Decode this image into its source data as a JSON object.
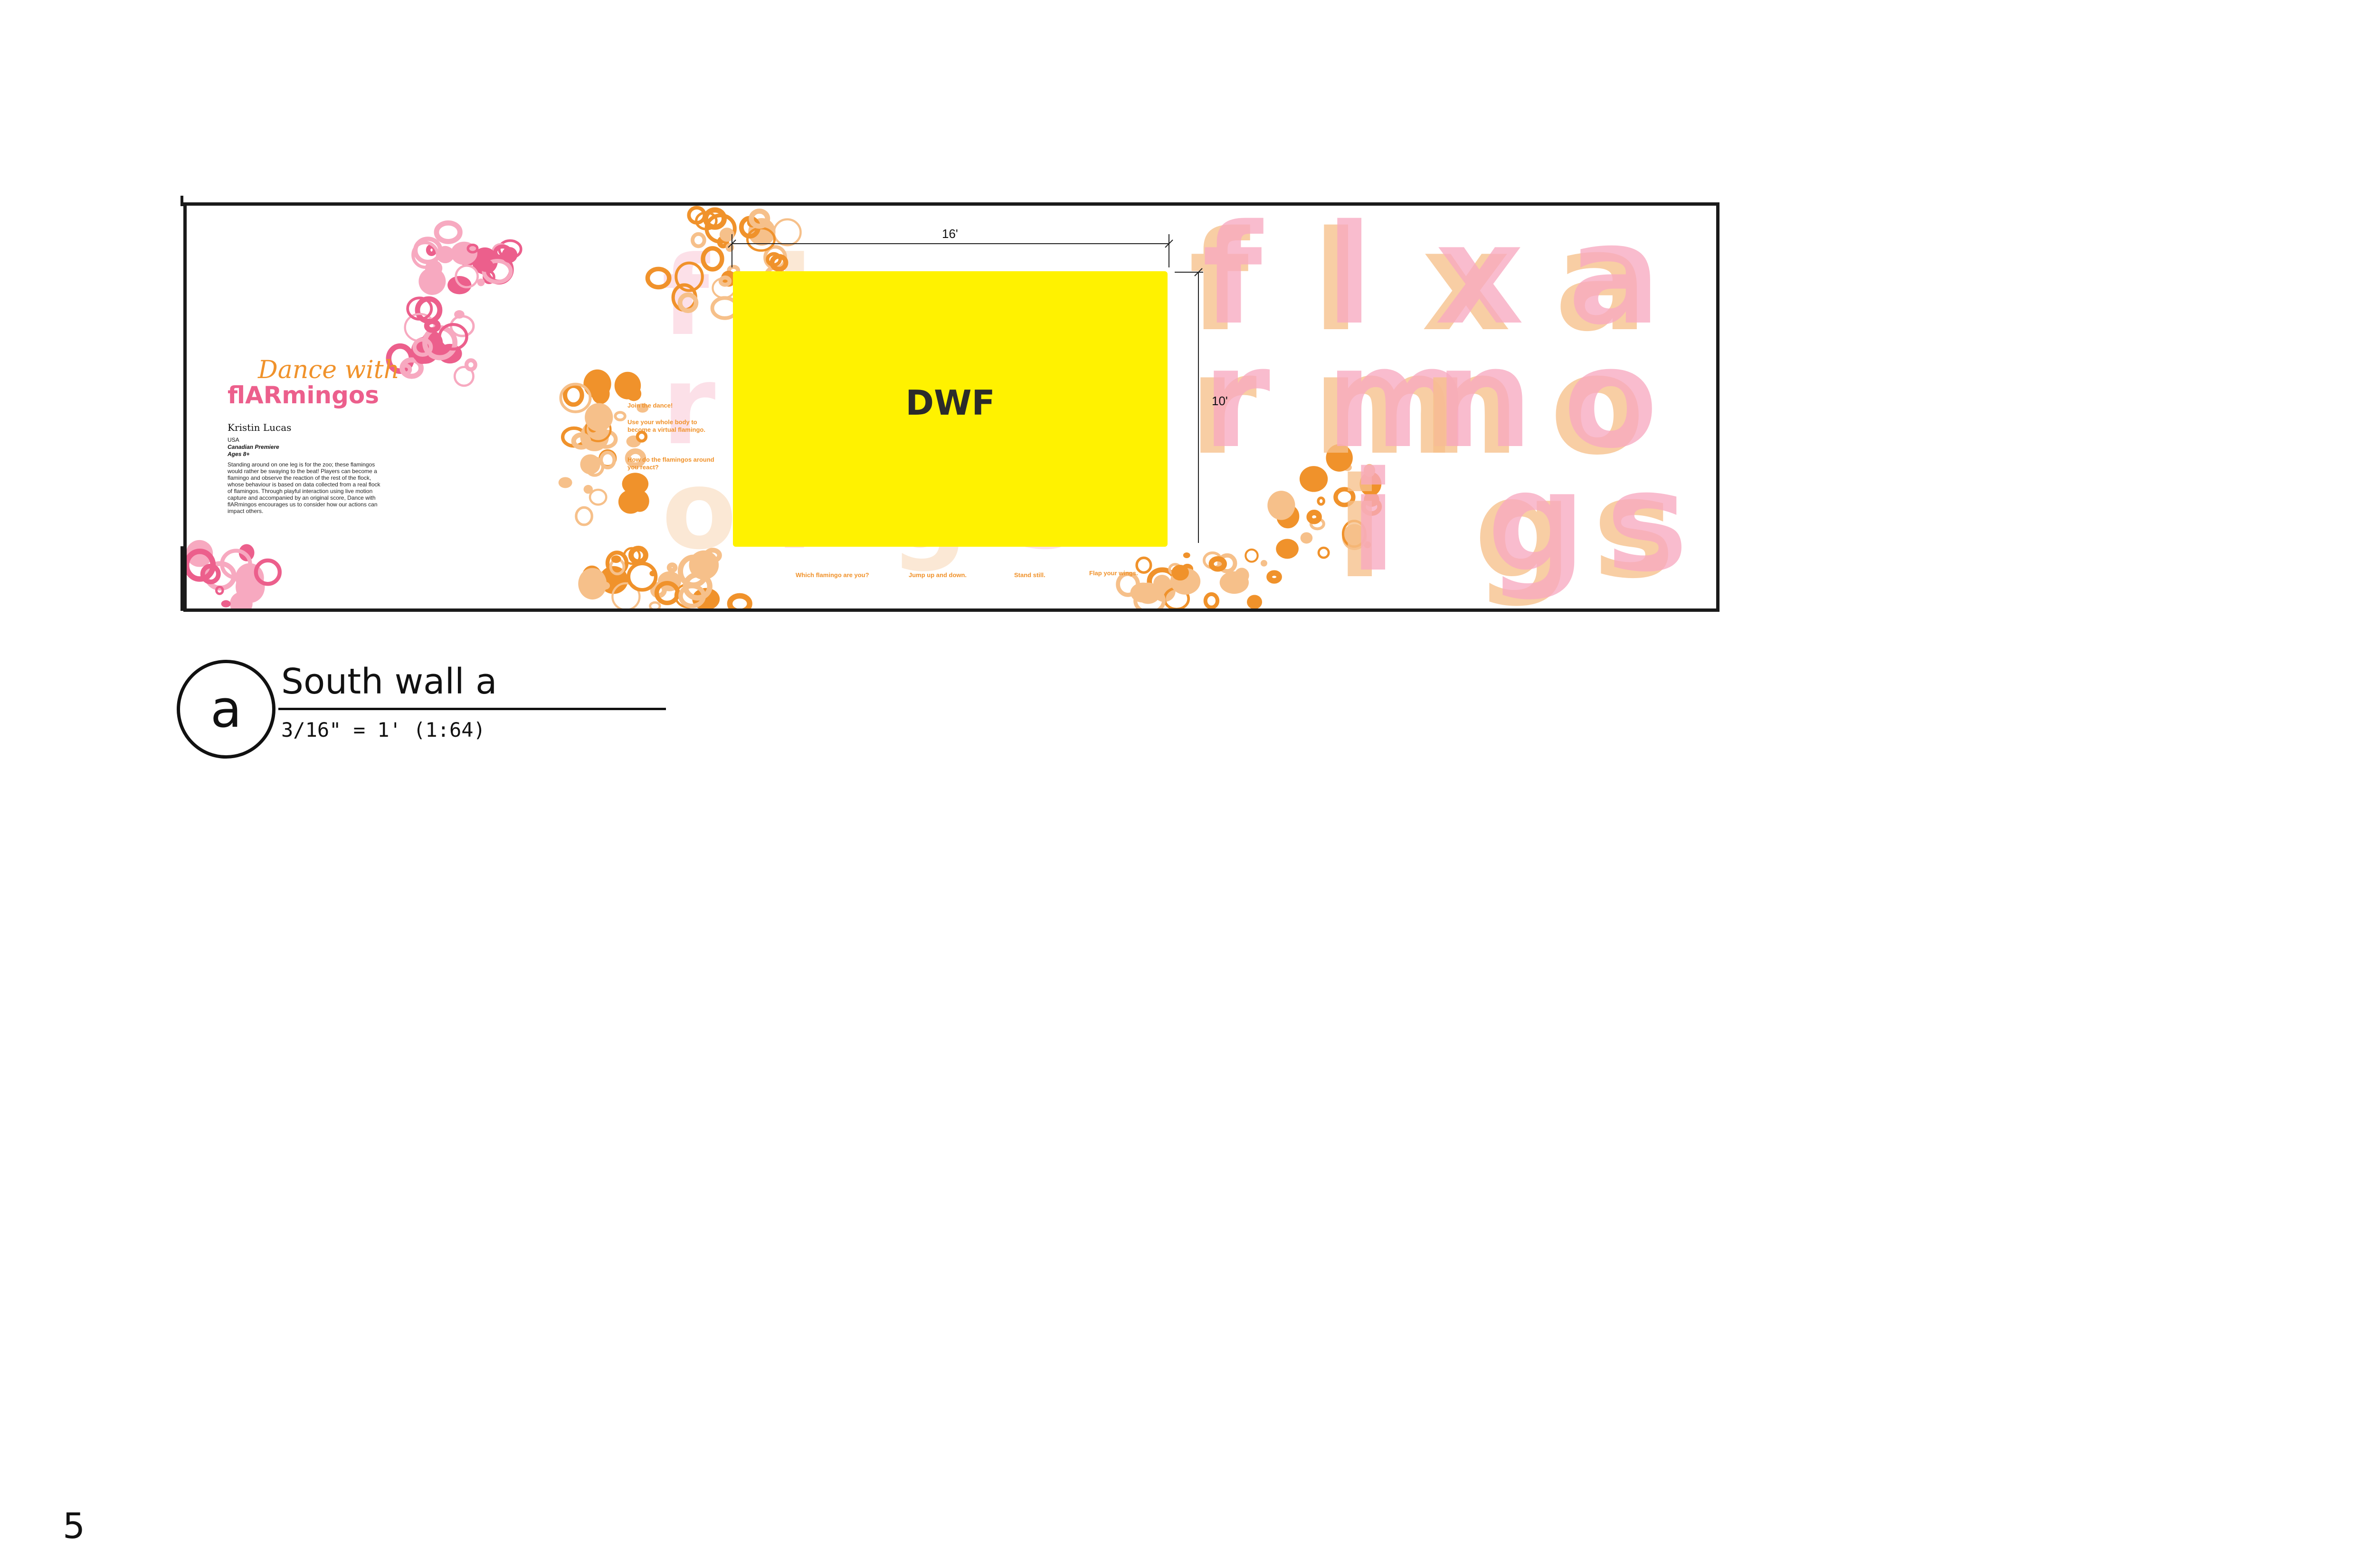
{
  "drawing": {
    "screen_label": "DWF",
    "dim_width": "16'",
    "dim_height": "10'"
  },
  "panel": {
    "title_line1": "Dance with",
    "title_line2": "flARmingos",
    "artist": "Kristin Lucas",
    "country": "USA",
    "premiere": "Canadian Premiere",
    "ages": "Ages 8+",
    "description": "Standing around on one leg is for the zoo; these flamingos would rather be swaying to the beat! Players can become a flamingo and observe the reaction of the rest of the flock, whose behaviour is based on data collected from a real flock of flamingos. Through playful interaction using live motion capture and accompanied by an original score, Dance with flARmingos encourages us to consider how our actions can impact others."
  },
  "prompts": {
    "join": "Join the dance!",
    "use_body": "Use your whole body to become a virtual flamingo.",
    "how_react": "How do the flamingos around you react?",
    "which": "Which flamingo are you?",
    "jump": "Jump up and down.",
    "stand": "Stand still.",
    "flap": "Flap your wings."
  },
  "decor_letters": {
    "faint": [
      "f",
      "l",
      "x",
      "a",
      "r",
      "m",
      "u",
      "o",
      "i",
      "g",
      "s"
    ],
    "bold": [
      "f",
      "l",
      "x",
      "a",
      "r",
      "m",
      "n",
      "o",
      "i",
      "g",
      "s"
    ]
  },
  "caption": {
    "marker": "a",
    "title": "South wall a",
    "scale": "3/16\" = 1' (1:64)"
  },
  "page_number": "5",
  "colors": {
    "screen": "#fff200",
    "orange": "#f0922b",
    "pink": "#ec5f8c",
    "light_orange": "#f6c08a",
    "light_pink": "#f7a9c0"
  }
}
